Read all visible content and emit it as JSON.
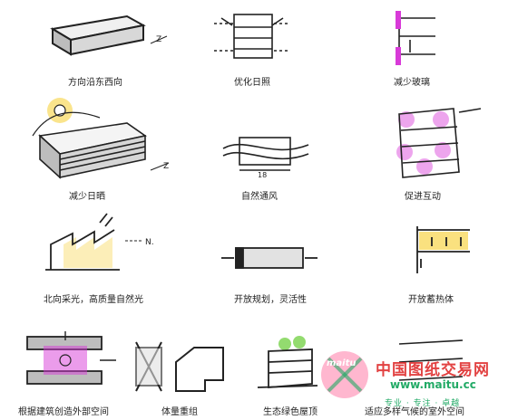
{
  "panels": [
    {
      "id": "orientation",
      "caption": "方向沿东西向"
    },
    {
      "id": "optimize-sun",
      "caption": "优化日照"
    },
    {
      "id": "reduce-glass",
      "caption": "减少玻璃"
    },
    {
      "id": "reduce-sun",
      "caption": "减少日晒"
    },
    {
      "id": "natural-vent",
      "caption": "自然通风"
    },
    {
      "id": "promote-interaction",
      "caption": "促进互动"
    },
    {
      "id": "north-light",
      "caption": "北向采光，高质量自然光"
    },
    {
      "id": "open-plan",
      "caption": "开放规划，灵活性"
    },
    {
      "id": "thermal-mass",
      "caption": "开放蓄热体"
    },
    {
      "id": "outdoor-space",
      "caption": "根据建筑创造外部空间"
    },
    {
      "id": "massing",
      "caption": "体量重组"
    },
    {
      "id": "green-roof",
      "caption": "生态绿色屋顶"
    },
    {
      "id": "climate",
      "caption": "适应多样气候的室外空间"
    }
  ],
  "labels": {
    "north_z": "Z",
    "north_n": "N.",
    "dim_18": "18"
  },
  "watermark": {
    "title": "中国图纸交易网",
    "url": "www.maitu.cc",
    "slogan": "专业 · 专注 · 卓越",
    "brand": "maitu"
  },
  "colors": {
    "sun": "#f5c300",
    "magenta": "#d83ad8",
    "green": "#66cc33",
    "outline": "#222222"
  }
}
